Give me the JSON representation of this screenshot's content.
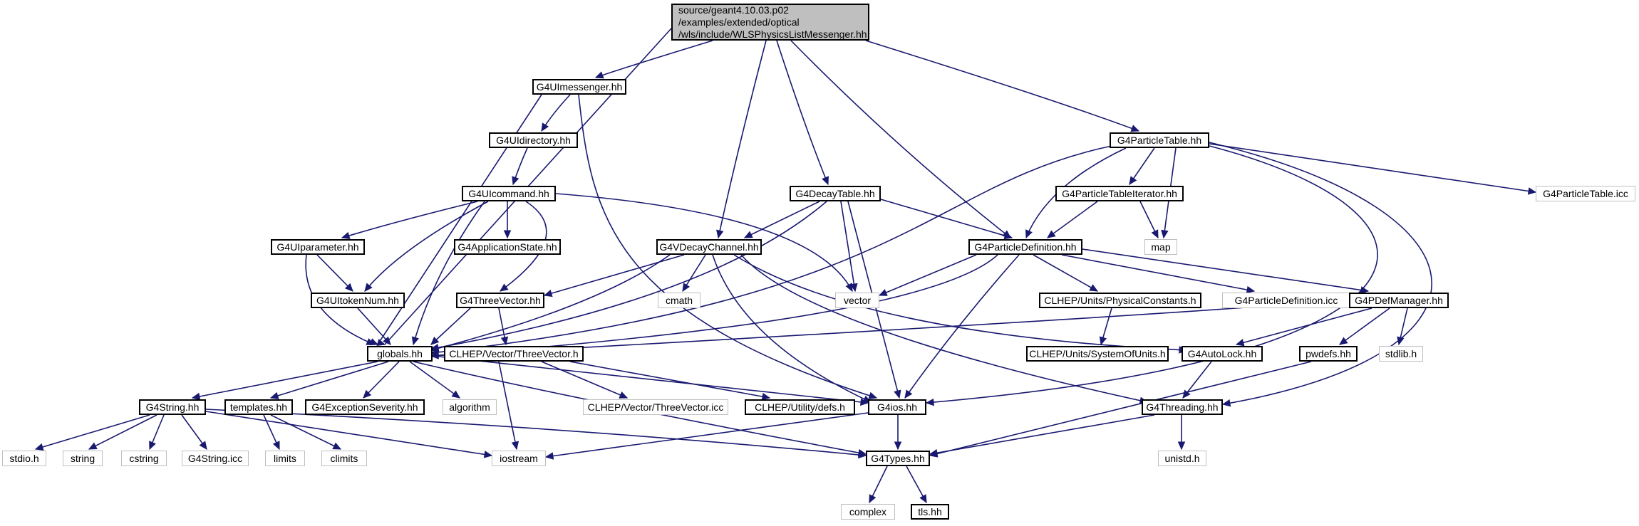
{
  "diagram": {
    "type": "include-dependency-graph",
    "edge_color": "#191970",
    "node_border": "#000000",
    "external_node_border": "#bfbfbf",
    "root_fill": "#bfbfbf",
    "root": {
      "lines": [
        "source/geant4.10.03.p02",
        "/examples/extended/optical",
        "/wls/include/WLSPhysicsListMessenger.hh"
      ]
    },
    "nodes": {
      "G4UImessenger": "G4UImessenger.hh",
      "G4UIdirectory": "G4UIdirectory.hh",
      "G4UIcommand": "G4UIcommand.hh",
      "G4UIparameter": "G4UIparameter.hh",
      "G4ApplicationState": "G4ApplicationState.hh",
      "G4UItokenNum": "G4UItokenNum.hh",
      "globals": "globals.hh",
      "G4DecayTable": "G4DecayTable.hh",
      "G4VDecayChannel": "G4VDecayChannel.hh",
      "G4ThreeVector": "G4ThreeVector.hh",
      "cmath": "cmath",
      "vector": "vector",
      "CLHEPThreeVector": "CLHEP/Vector/ThreeVector.h",
      "CLHEPThreeVectorIcc": "CLHEP/Vector/ThreeVector.icc",
      "CLHEPdefs": "CLHEP/Utility/defs.h",
      "G4ParticleTable": "G4ParticleTable.hh",
      "G4ParticleTableIterator": "G4ParticleTableIterator.hh",
      "map": "map",
      "G4ParticleTableIcc": "G4ParticleTable.icc",
      "G4ParticleDefinition": "G4ParticleDefinition.hh",
      "PhysicalConstants": "CLHEP/Units/PhysicalConstants.h",
      "SystemOfUnits": "CLHEP/Units/SystemOfUnits.h",
      "G4ParticleDefinitionIcc": "G4ParticleDefinition.icc",
      "G4PDefManager": "G4PDefManager.hh",
      "G4AutoLock": "G4AutoLock.hh",
      "pwdefs": "pwdefs.hh",
      "stdlib": "stdlib.h",
      "G4String": "G4String.hh",
      "templates": "templates.hh",
      "G4ExceptionSeverity": "G4ExceptionSeverity.hh",
      "algorithm": "algorithm",
      "G4ios": "G4ios.hh",
      "G4Threading": "G4Threading.hh",
      "stdio": "stdio.h",
      "string": "string",
      "cstring": "cstring",
      "G4StringIcc": "G4String.icc",
      "limits": "limits",
      "climits": "climits",
      "iostream": "iostream",
      "G4Types": "G4Types.hh",
      "unistd": "unistd.h",
      "complex": "complex",
      "tls": "tls.hh"
    }
  }
}
